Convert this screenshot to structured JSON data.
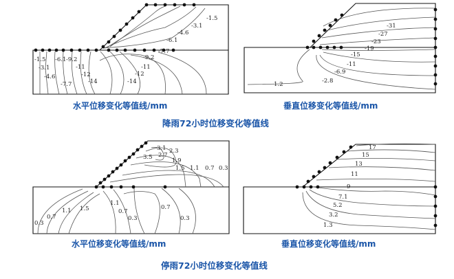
{
  "sections": [
    {
      "title": "降雨72小时位移变化等值线",
      "panels": [
        {
          "caption": "水平位移变化等值线/mm",
          "labels": [
            "-1.5",
            "-3.1",
            "-4.6",
            "-6.1",
            "-7.7",
            "-9.2",
            "-1.5",
            "-3.1",
            "-4.6",
            "-6.1",
            "-9.2",
            "-11",
            "-12",
            "-7.7",
            "-14",
            "-11",
            "-12",
            "-14"
          ]
        },
        {
          "caption": "垂直位移变化等值线/mm",
          "labels": [
            "-31",
            "-27",
            "-23",
            "-19",
            "-15",
            "-11",
            "-6.9",
            "-2.8",
            "1.2"
          ]
        }
      ]
    },
    {
      "title": "停雨72小时位移变化等值线",
      "panels": [
        {
          "caption": "水平位移变化等值线/mm",
          "labels": [
            "3.1",
            "2.3",
            "3.5",
            "2.7",
            "1.9",
            "1.5",
            "1.1",
            "0.7",
            "0.3",
            "0.3",
            "0.7",
            "1.1",
            "1.5",
            "1.1",
            "0.7",
            "0.3",
            "0.7",
            "0.3"
          ]
        },
        {
          "caption": "垂直位移变化等值线/mm",
          "labels": [
            "17",
            "15",
            "13",
            "11",
            "9",
            "7.1",
            "5.2",
            "3.2",
            "1.3"
          ]
        }
      ]
    }
  ]
}
